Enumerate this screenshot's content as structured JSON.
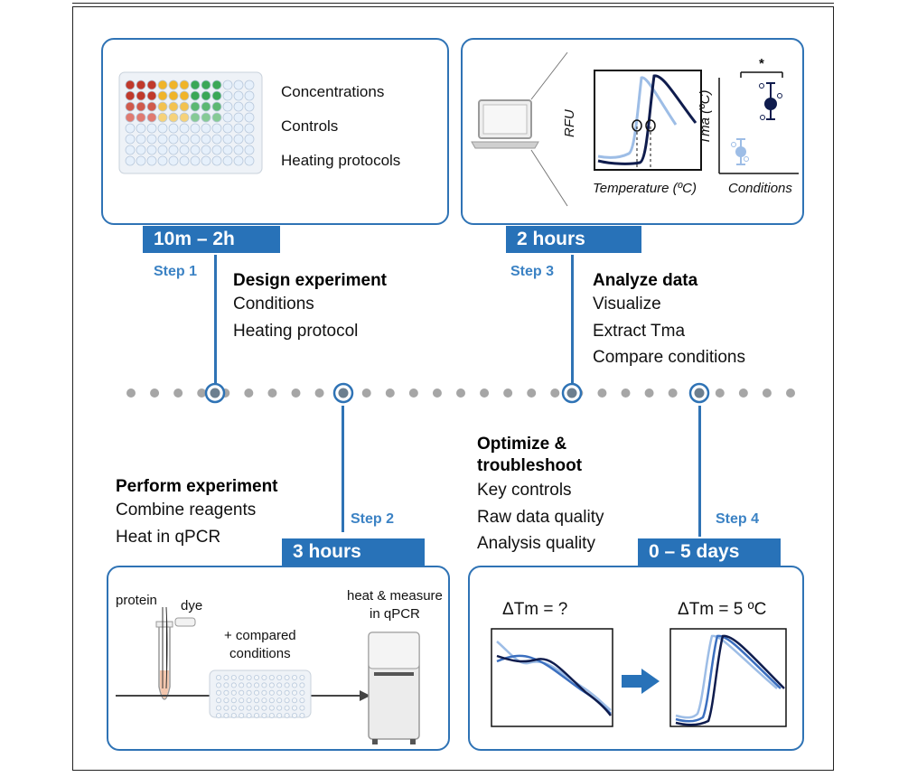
{
  "colors": {
    "accent": "#2f73b5",
    "tab": "#2872b8",
    "step": "#3b82c4",
    "dots": "#a6a6a6"
  },
  "step1": {
    "tab": "10m – 2h",
    "label": "Step 1",
    "title": "Design experiment",
    "lines": [
      "Conditions",
      "Heating protocol"
    ],
    "card_items": [
      "Concentrations",
      "Controls",
      "Heating protocols"
    ]
  },
  "step3": {
    "tab": "2 hours",
    "label": "Step 3",
    "title": "Analyze data",
    "lines": [
      "Visualize",
      "Extract Tma",
      "Compare conditions"
    ],
    "chart": {
      "ylabel": "RFU",
      "xlabel": "Temperature (ºC)",
      "ylabel2": "Tma (ºC)",
      "xlabel2": "Conditions",
      "sig": "*"
    }
  },
  "step2": {
    "tab": "3 hours",
    "label": "Step 2",
    "title": "Perform experiment",
    "lines": [
      "Combine reagents",
      "Heat in qPCR"
    ],
    "labels": {
      "protein": "protein",
      "dye": "dye",
      "compared": "+ compared\nconditions",
      "heat": "heat & measure\nin qPCR"
    }
  },
  "step4": {
    "tab": "0 – 5 days",
    "label": "Step 4",
    "title": "Optimize &\ntroubleshoot",
    "lines": [
      "Key controls",
      "Raw data quality",
      "Analysis quality"
    ],
    "before": "ΔTm = ?",
    "after": "ΔTm = 5 ºC"
  },
  "timeline": {
    "dots": 29
  }
}
